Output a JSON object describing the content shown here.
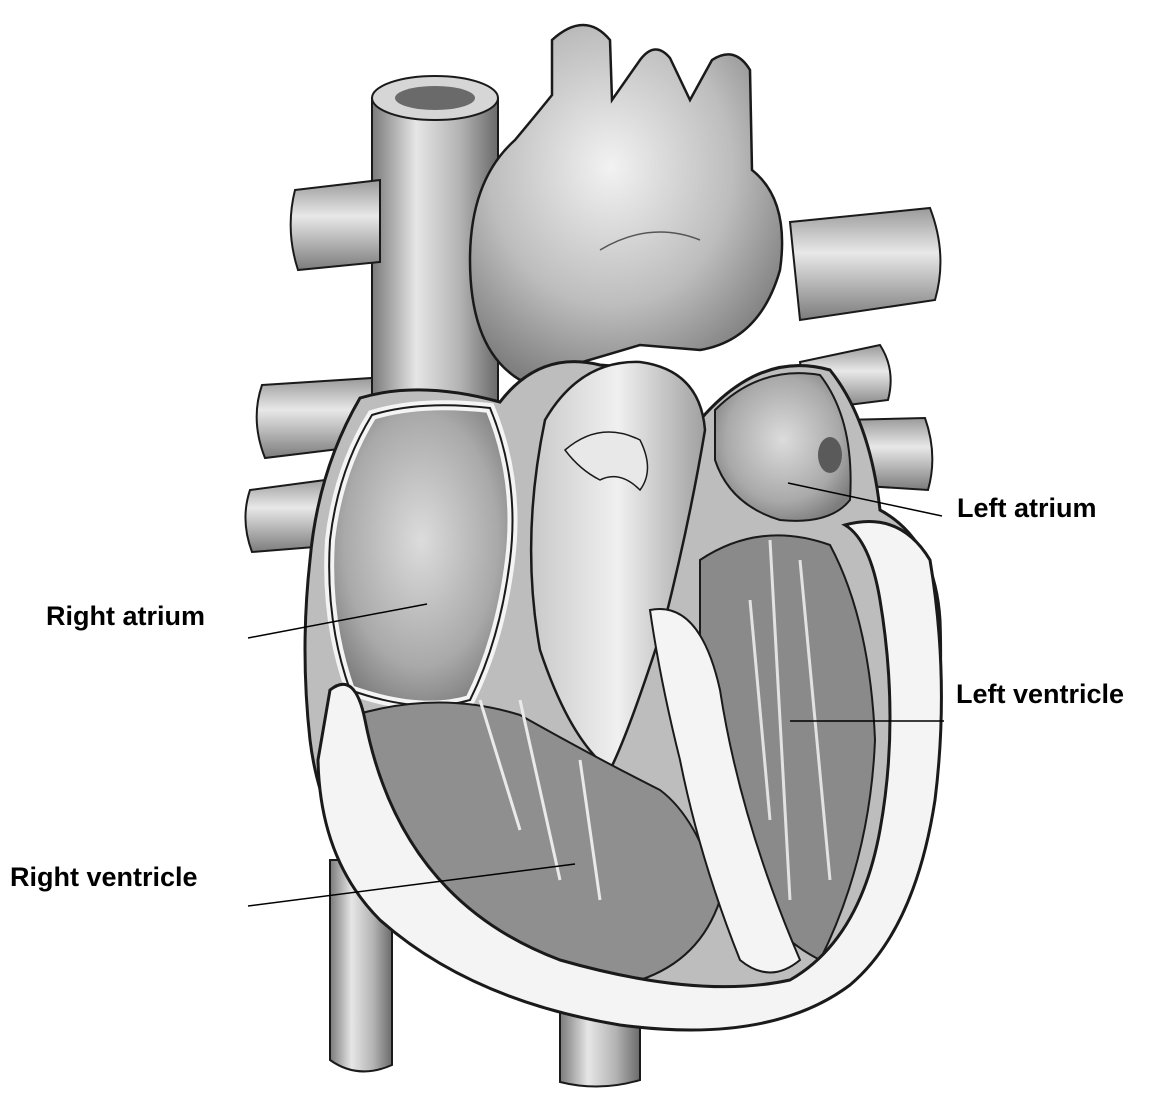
{
  "labels": {
    "left_atrium": "Left atrium",
    "right_atrium": "Right atrium",
    "left_ventricle": "Left ventricle",
    "right_ventricle": "Right ventricle"
  },
  "colors": {
    "background": "#ffffff",
    "ink": "#1a1a1a",
    "shade_dark": "#6f6f6f",
    "shade_mid": "#a8a8a8",
    "shade_light": "#d9d9d9",
    "label_text": "#000000"
  }
}
